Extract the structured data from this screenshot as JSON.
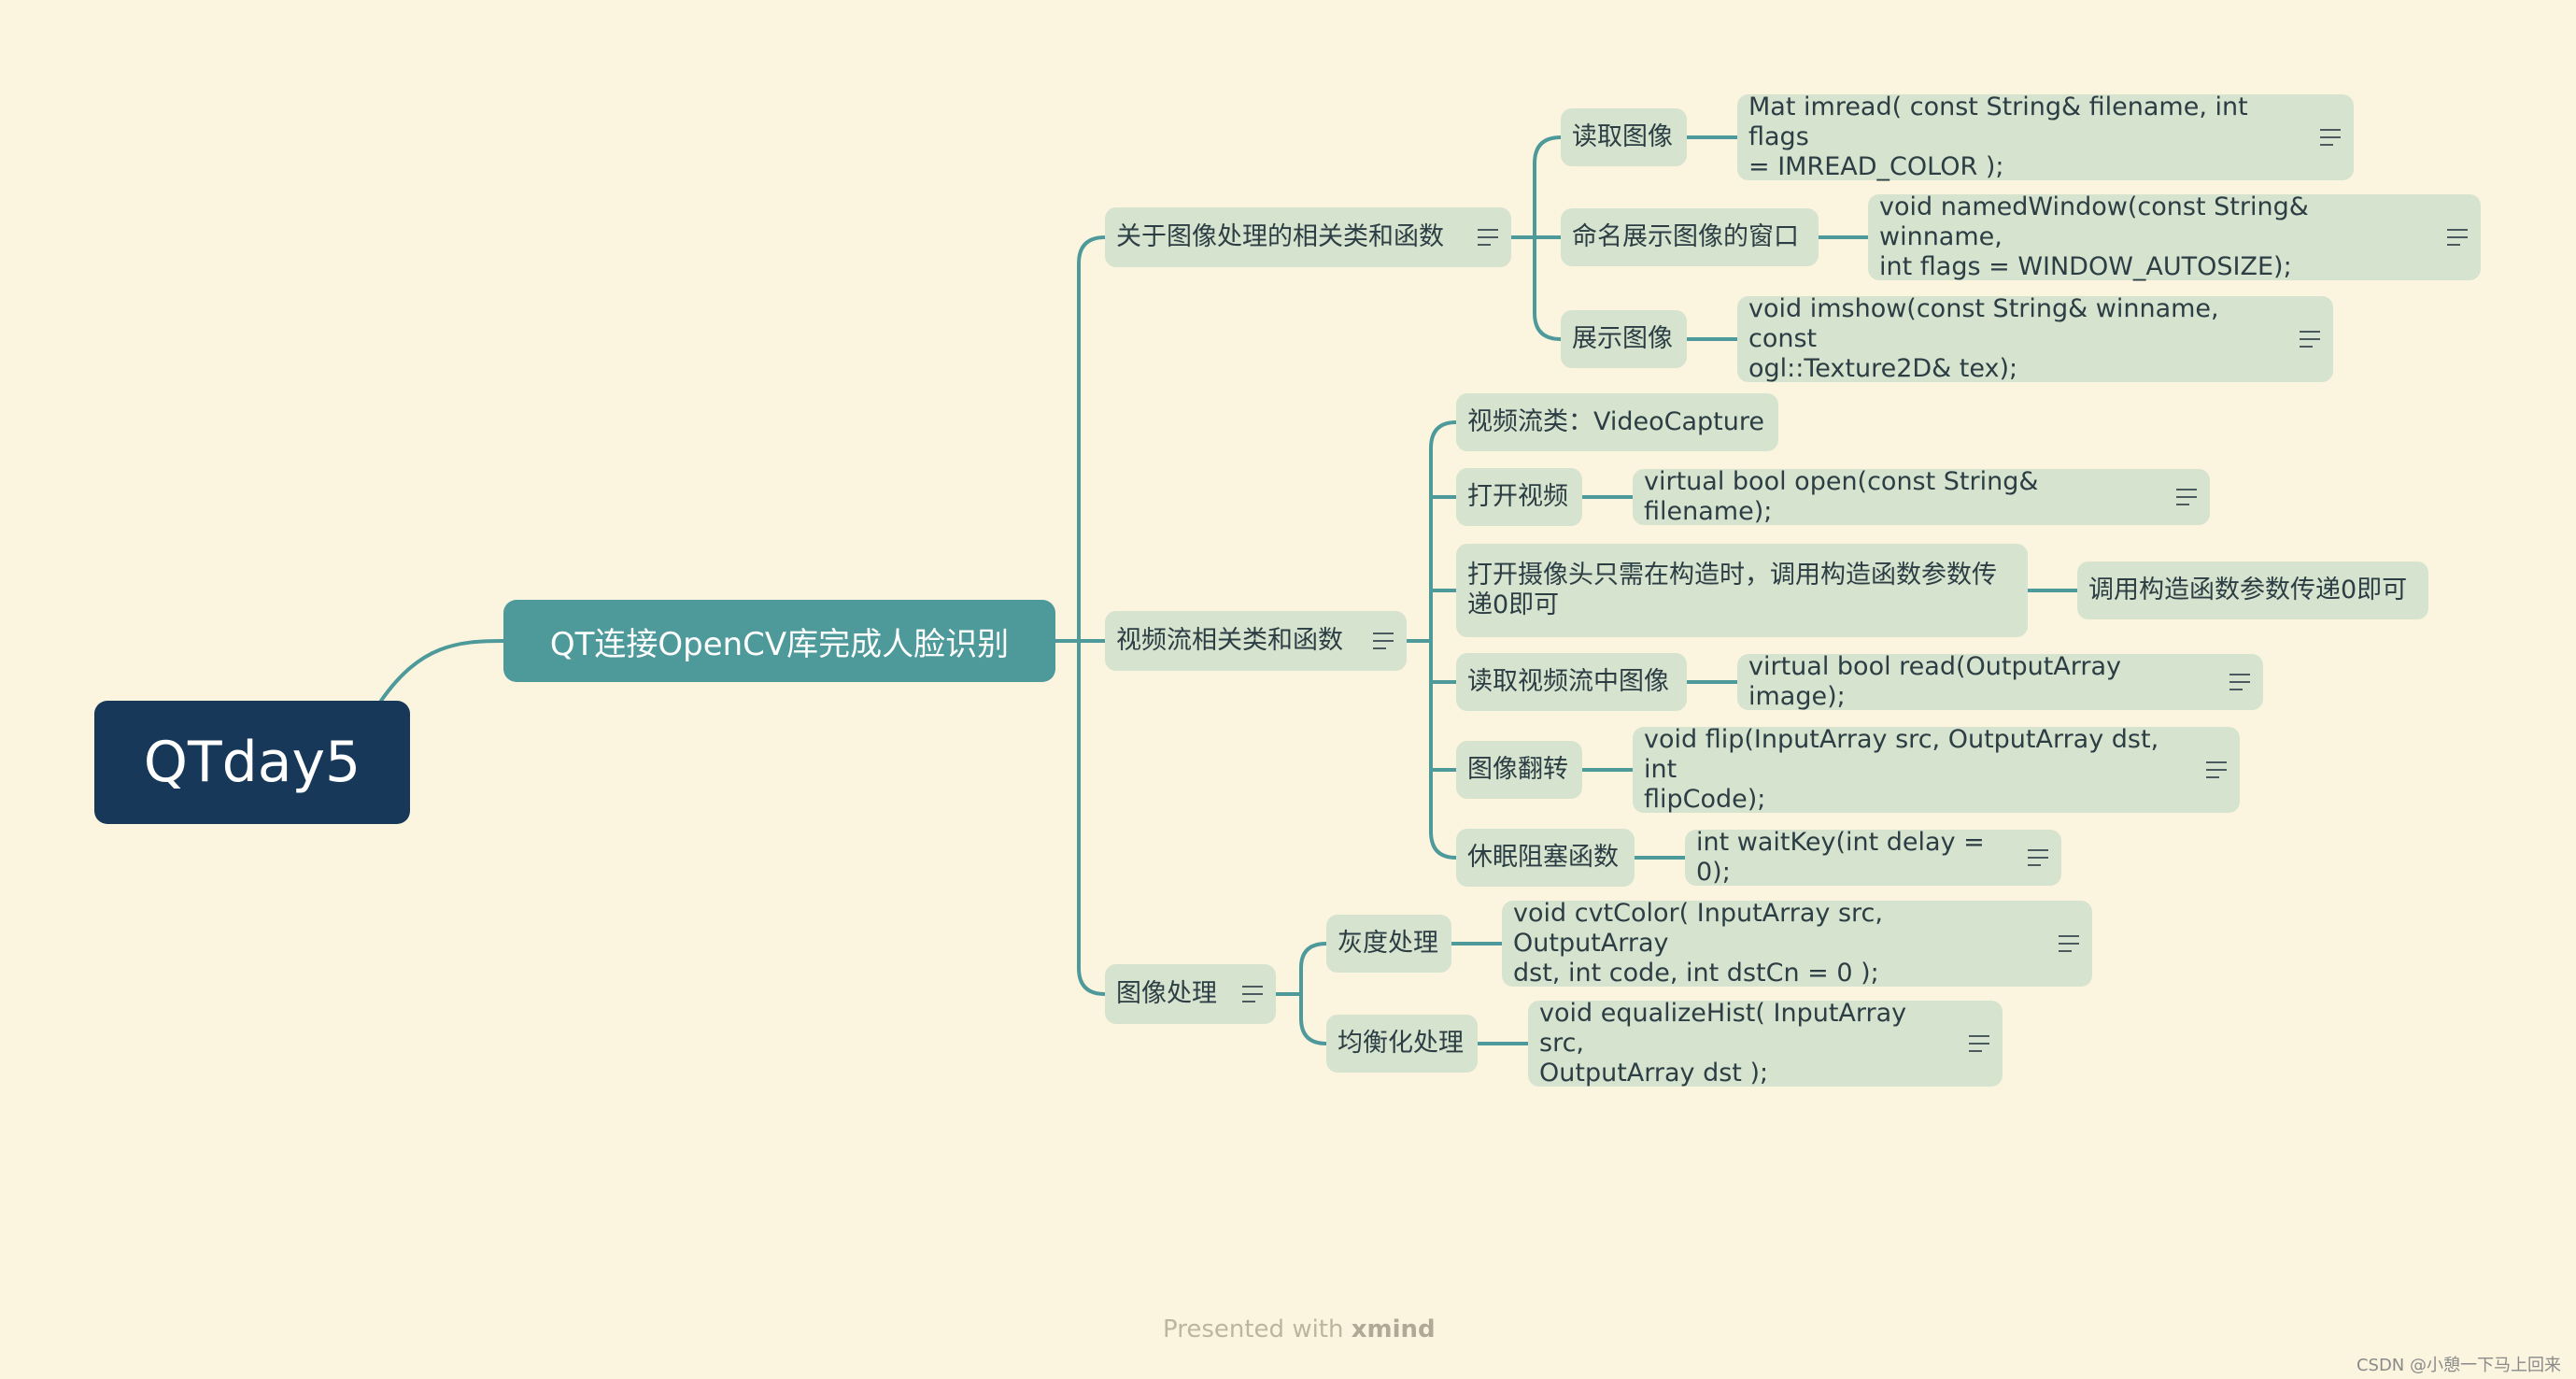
{
  "root": {
    "label": "QTday5"
  },
  "main_topic": {
    "label": "QT连接OpenCV库完成人脸识别"
  },
  "branches": {
    "image_funcs": {
      "label": "关于图像处理的相关类和函数",
      "read_image": {
        "label": "读取图像",
        "detail": "Mat imread( const String& filename, int flags\n= IMREAD_COLOR );"
      },
      "named_window": {
        "label": "命名展示图像的窗口",
        "detail": "void namedWindow(const String& winname,\nint flags = WINDOW_AUTOSIZE);"
      },
      "show_image": {
        "label": "展示图像",
        "detail": "void imshow(const String& winname, const\nogl::Texture2D& tex);"
      }
    },
    "video_funcs": {
      "label": "视频流相关类和函数",
      "video_class": {
        "label": "视频流类：VideoCapture"
      },
      "open_video": {
        "label": "打开视频",
        "detail": "virtual bool open(const String& filename);"
      },
      "open_camera": {
        "label": "打开摄像头只需在构造时，调用构造函数参数传\n递0即可",
        "detail": "调用构造函数参数传递0即可"
      },
      "read_stream": {
        "label": "读取视频流中图像",
        "detail": "virtual bool read(OutputArray image);"
      },
      "flip_image": {
        "label": "图像翻转",
        "detail": "void flip(InputArray src, OutputArray dst, int\nflipCode);"
      },
      "wait_key": {
        "label": "休眠阻塞函数",
        "detail": "int waitKey(int delay = 0);"
      }
    },
    "image_processing": {
      "label": "图像处理",
      "grayscale": {
        "label": "灰度处理",
        "detail": "void cvtColor( InputArray src, OutputArray\ndst, int code, int dstCn = 0 );"
      },
      "equalize": {
        "label": "均衡化处理",
        "detail": "void equalizeHist( InputArray src,\nOutputArray dst );"
      }
    }
  },
  "footer": {
    "prefix": "Presented with ",
    "brand": "xmind"
  },
  "watermark": "CSDN @小憩一下马上回来",
  "colors": {
    "background": "#fbf5df",
    "root_fill": "#173858",
    "main_fill": "#4e9a9b",
    "node_fill": "#d6e3cf",
    "connector": "#4e9a9b"
  }
}
